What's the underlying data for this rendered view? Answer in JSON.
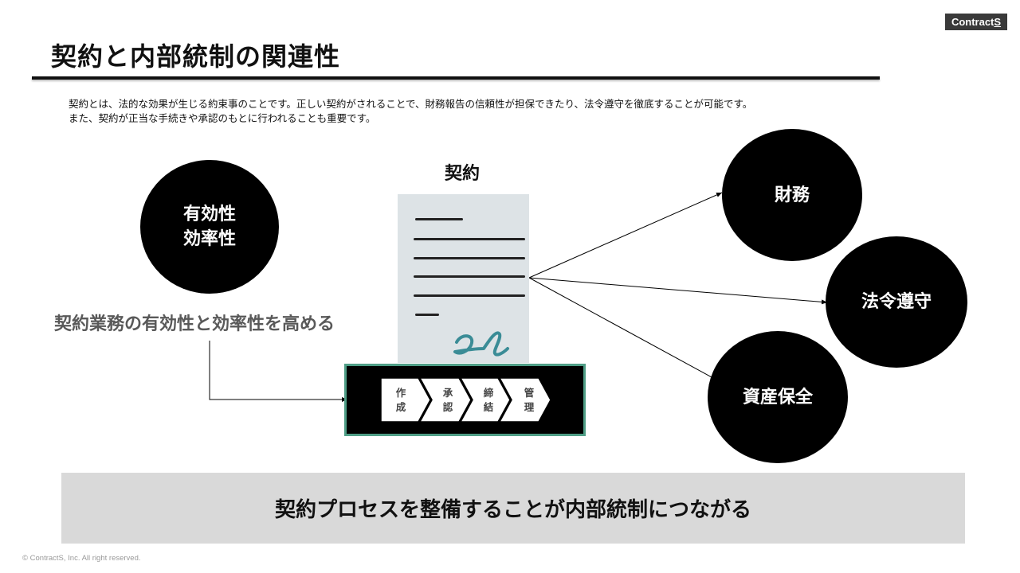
{
  "header": {
    "logo_text": "Contract",
    "logo_text_end": "S",
    "title": "契約と内部統制の関連性"
  },
  "intro": {
    "line1": "契約とは、法的な効果が生じる約束事のことです。正しい契約がされることで、財務報告の信頼性が担保できたり、法令遵守を徹底することが可能です。",
    "line2": "また、契約が正当な手続きや承認のもとに行われることも重要です。"
  },
  "left": {
    "circle_line1": "有効性",
    "circle_line2": "効率性",
    "sub_heading": "契約業務の有効性と効率性を高める"
  },
  "document": {
    "label": "契約"
  },
  "process": {
    "steps": [
      {
        "char1": "作",
        "char2": "成"
      },
      {
        "char1": "承",
        "char2": "認"
      },
      {
        "char1": "締",
        "char2": "結"
      },
      {
        "char1": "管",
        "char2": "理"
      }
    ]
  },
  "outcomes": {
    "items": [
      {
        "label": "財務"
      },
      {
        "label": "法令遵守"
      },
      {
        "label": "資産保全"
      }
    ]
  },
  "banner": {
    "text": "契約プロセスを整備することが内部統制につながる"
  },
  "footer": {
    "copyright": "© ContractS, Inc. All right reserved."
  },
  "colors": {
    "accent_border": "#4f9e86",
    "signature": "#3a8c96",
    "document_bg": "#dde3e6",
    "banner_bg": "#d9d9d9",
    "subtext": "#595959"
  }
}
